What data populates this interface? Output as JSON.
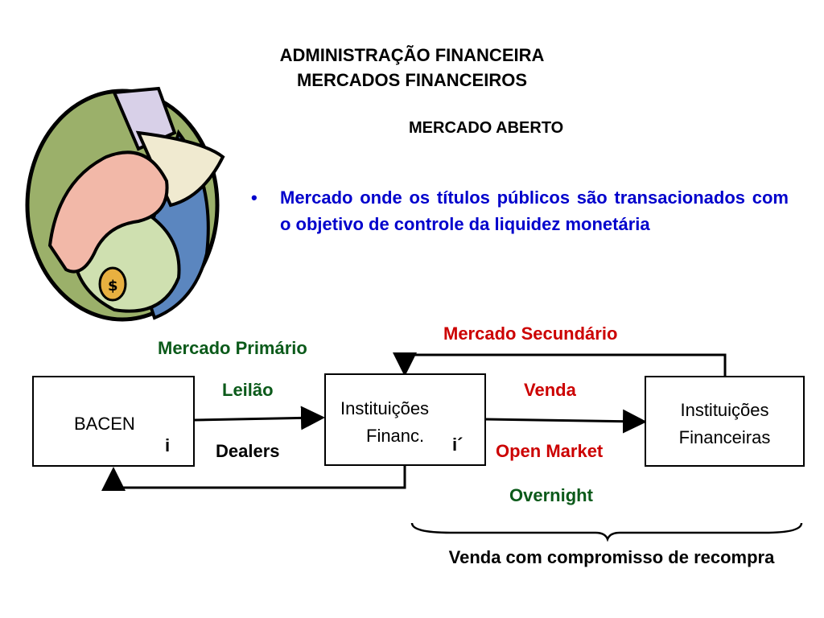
{
  "header": {
    "title_line1": "ADMINISTRAÇÃO FINANCEIRA",
    "title_line2": "MERCADOS FINANCEIROS",
    "section": "MERCADO ABERTO"
  },
  "bullet": {
    "marker": "•",
    "text": "Mercado onde os títulos públicos são transacionados com o objetivo de controle da liquidez monetária"
  },
  "diagram": {
    "boxes": {
      "bacen": {
        "label": "BACEN",
        "sub": "i"
      },
      "inst1": {
        "line1": "Instituições",
        "line2": "Financ.",
        "sub": "i´"
      },
      "inst2": {
        "line1": "Instituições",
        "line2": "Financeiras"
      }
    },
    "labels": {
      "mercado_primario": "Mercado Primário",
      "mercado_secundario": "Mercado Secundário",
      "leilao": "Leilão",
      "dealers": "Dealers",
      "venda": "Venda",
      "open_market": "Open Market",
      "overnight": "Overnight",
      "compromisso": "Venda com compromisso de recompra"
    }
  },
  "colors": {
    "bullet_blue": "#0000cc",
    "label_green": "#0b5a1a",
    "label_red": "#cc0000"
  },
  "icons": {
    "illustration": "hand-money-bag-icon"
  }
}
